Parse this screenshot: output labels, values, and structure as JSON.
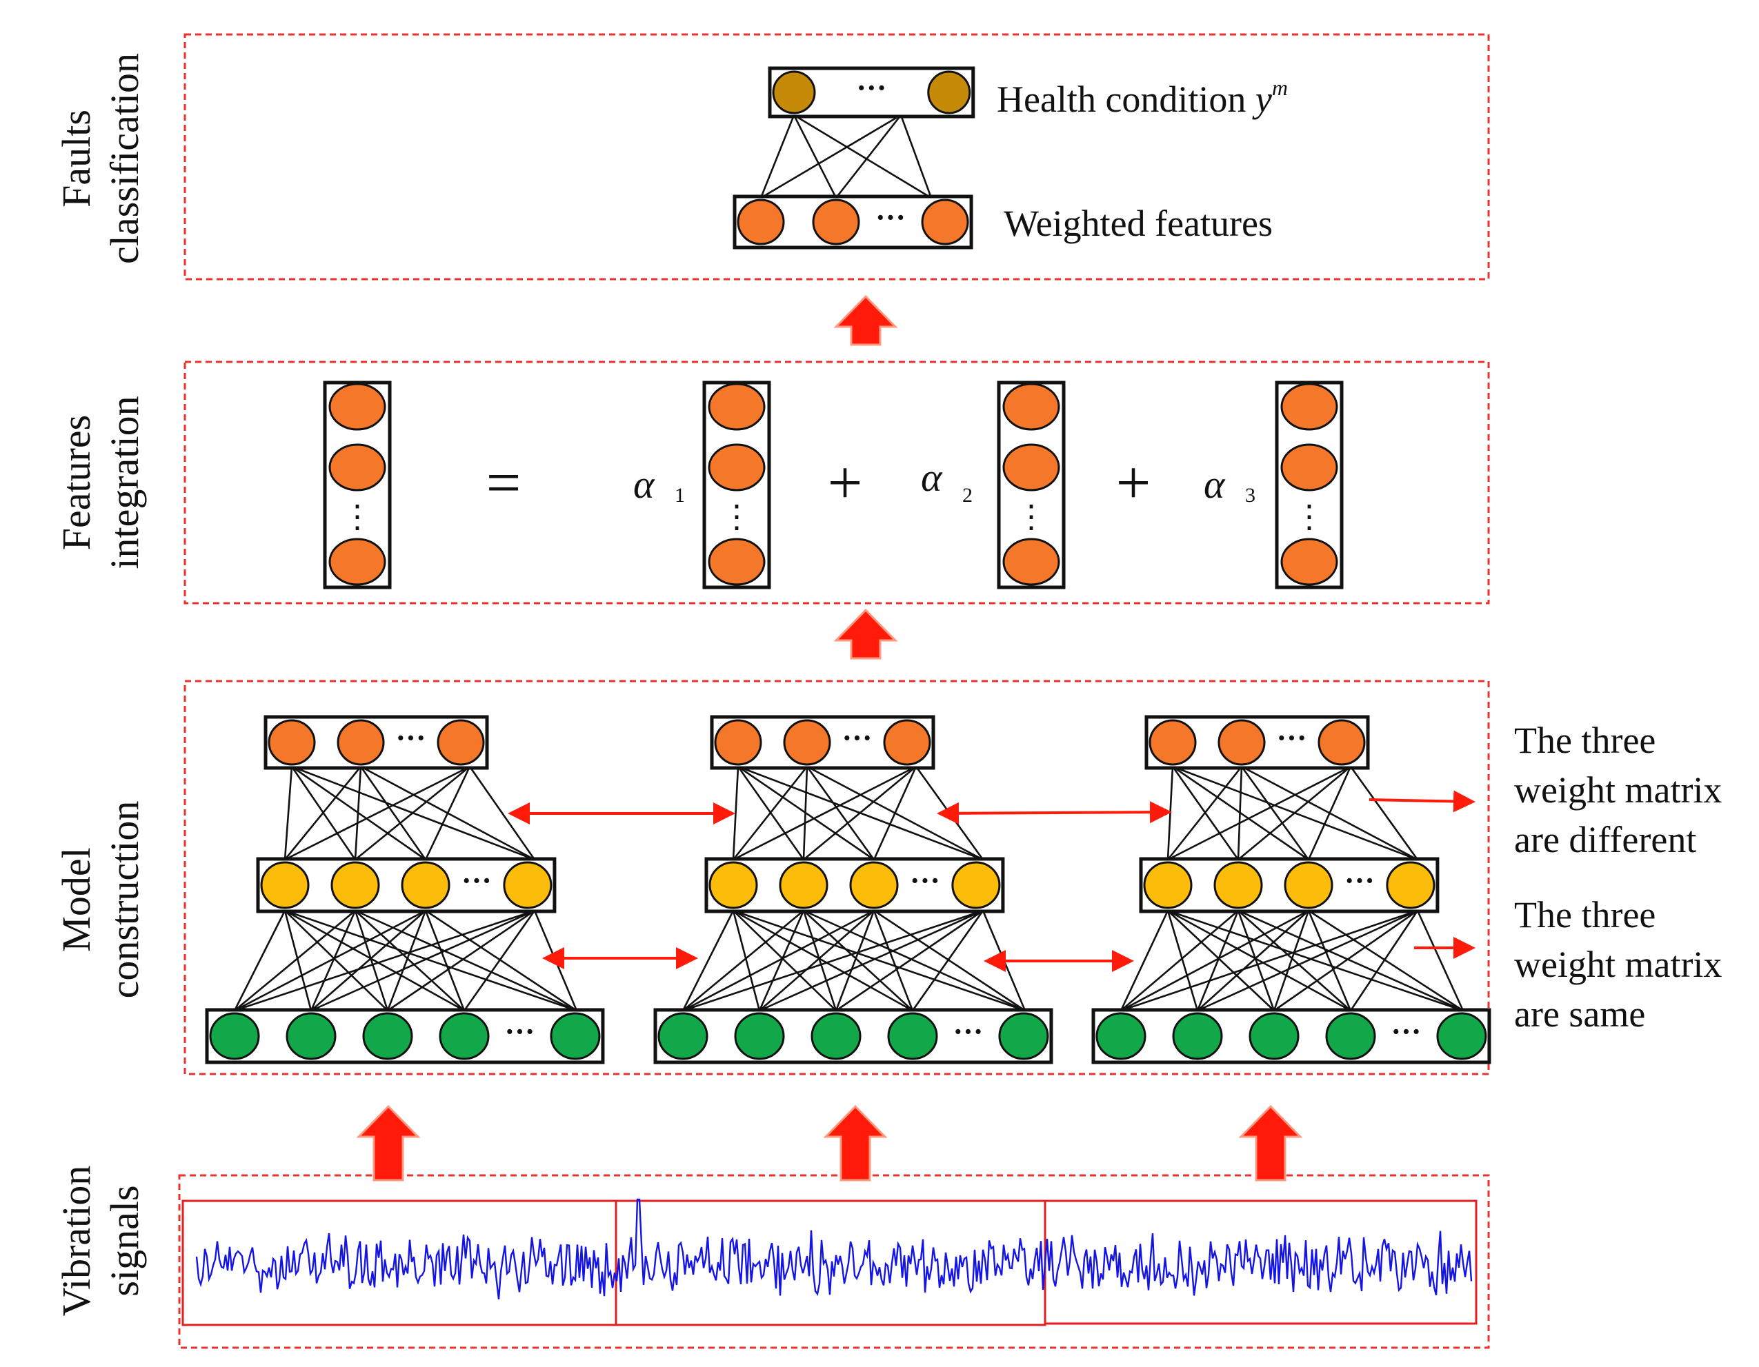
{
  "sections": {
    "faults_classification": {
      "line1": "Faults",
      "line2": "classification"
    },
    "features_integration": {
      "line1": "Features",
      "line2": "integration"
    },
    "model_construction": {
      "line1": "Model",
      "line2": "construction"
    },
    "vibration_signals": {
      "line1": "Vibration",
      "line2": "signals"
    }
  },
  "classification": {
    "health_condition": "Health condition ",
    "health_var": "y",
    "health_sup": "m",
    "weighted_features": "Weighted features"
  },
  "integration": {
    "equals": "=",
    "plus": "+",
    "alpha": "α",
    "subs": [
      "1",
      "2",
      "3"
    ]
  },
  "notes": {
    "different": [
      "The three",
      "weight matrix",
      "are different"
    ],
    "same": [
      "The three",
      "weight matrix",
      "are same"
    ]
  },
  "ellipsis": "···",
  "vdots": "⋮",
  "colors": {
    "section_border": "#e8322d",
    "arrow": "#ff1a0a",
    "arrow_outline": "#ff9a80",
    "output_node": "#c48a08",
    "feature_node": "#f5782a",
    "hidden_node": "#fbbd0a",
    "input_node": "#12a84a",
    "signal": "#1414e6",
    "signal_box": "#e02020"
  }
}
